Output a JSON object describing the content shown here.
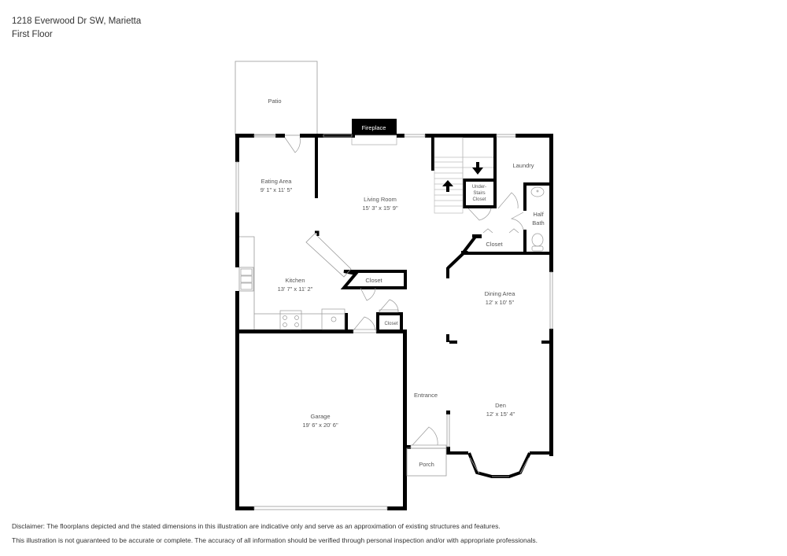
{
  "header": {
    "address": "1218 Everwood Dr SW, Marietta",
    "floor": "First Floor"
  },
  "rooms": {
    "patio": {
      "name": "Patio"
    },
    "fireplace": {
      "name": "Fireplace"
    },
    "eating_area": {
      "name": "Eating Area",
      "dims": "9' 1\" x 11' 5\""
    },
    "living_room": {
      "name": "Living Room",
      "dims": "15' 3\" x 15' 9\""
    },
    "laundry": {
      "name": "Laundry"
    },
    "under_stairs_closet": {
      "line1": "Under-",
      "line2": "Stairs",
      "line3": "Closet"
    },
    "half_bath": {
      "line1": "Half",
      "line2": "Bath"
    },
    "hall_closet": {
      "name": "Closet"
    },
    "kitchen": {
      "name": "Kitchen",
      "dims": "13' 7\" x 11' 2\""
    },
    "kitchen_closet": {
      "name": "Closet"
    },
    "small_closet": {
      "name": "Closet"
    },
    "dining_area": {
      "name": "Dining Area",
      "dims": "12' x 10' 5\""
    },
    "entrance": {
      "name": "Entrance"
    },
    "den": {
      "name": "Den",
      "dims": "12' x 15' 4\""
    },
    "garage": {
      "name": "Garage",
      "dims": "19' 6\" x 20' 6\""
    },
    "porch": {
      "name": "Porch"
    }
  },
  "icons": [
    "stairs-up-arrow-icon",
    "stairs-down-arrow-icon",
    "sink-icon",
    "toilet-icon",
    "stove-icon",
    "kitchen-sink-icon",
    "door-swing-icon"
  ],
  "disclaimer": {
    "line1": "Disclaimer: The floorplans depicted and the stated dimensions in this illustration are indicative only and serve as an approximation of existing structures and features.",
    "line2": "This illustration is not guaranteed to be accurate or complete. The accuracy of all information should be verified through personal inspection and/or with appropriate professionals."
  }
}
